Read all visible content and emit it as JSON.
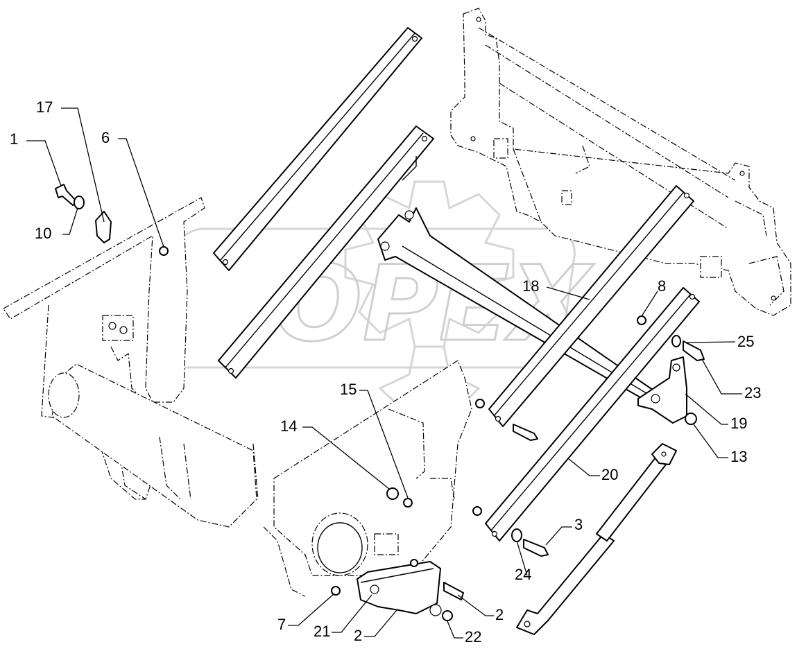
{
  "watermark": "OPEX",
  "callouts": [
    {
      "id": "c1",
      "text": "1"
    },
    {
      "id": "c17",
      "text": "17"
    },
    {
      "id": "c6",
      "text": "6"
    },
    {
      "id": "c10",
      "text": "10"
    },
    {
      "id": "c18",
      "text": "18"
    },
    {
      "id": "c8",
      "text": "8"
    },
    {
      "id": "c25",
      "text": "25"
    },
    {
      "id": "c23",
      "text": "23"
    },
    {
      "id": "c19",
      "text": "19"
    },
    {
      "id": "c13",
      "text": "13"
    },
    {
      "id": "c20",
      "text": "20"
    },
    {
      "id": "c15",
      "text": "15"
    },
    {
      "id": "c14",
      "text": "14"
    },
    {
      "id": "c3",
      "text": "3"
    },
    {
      "id": "c24",
      "text": "24"
    },
    {
      "id": "c2a",
      "text": "2"
    },
    {
      "id": "c7",
      "text": "7"
    },
    {
      "id": "c21",
      "text": "21"
    },
    {
      "id": "c2b",
      "text": "2"
    },
    {
      "id": "c22",
      "text": "22"
    }
  ]
}
